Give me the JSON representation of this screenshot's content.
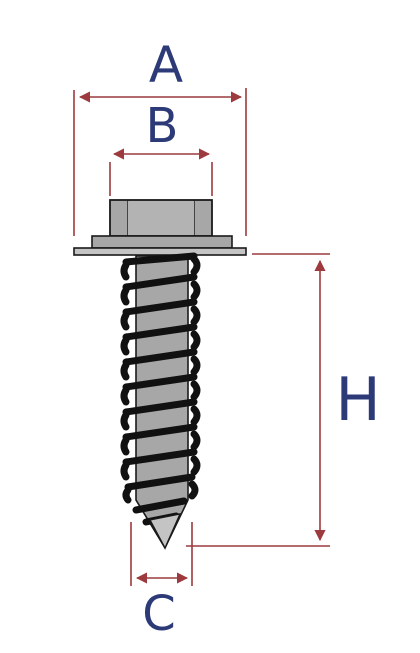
{
  "labels": {
    "A": "A",
    "B": "B",
    "C": "C",
    "H": "H"
  },
  "colors": {
    "dimension_line": "#9c3a3e",
    "label": "#2d3a78",
    "outline": "#1a1a1a",
    "metal": "#a7a7a7",
    "metal_light": "#c4c4c4",
    "thread": "#111111"
  }
}
